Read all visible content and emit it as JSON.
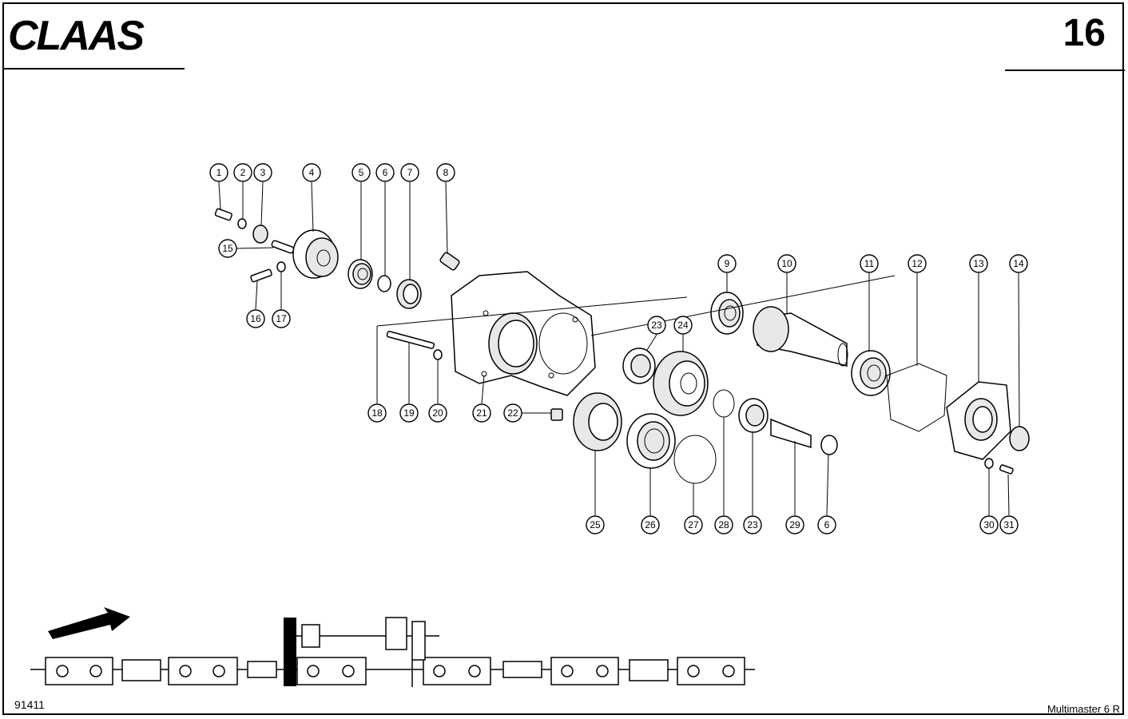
{
  "header": {
    "brand": "CLAAS",
    "page_number": "16"
  },
  "footer": {
    "drawing_id": "91411",
    "model": "Multimaster 6 R"
  },
  "callouts": [
    "1",
    "2",
    "3",
    "4",
    "5",
    "6",
    "7",
    "8",
    "15",
    "16",
    "17",
    "18",
    "19",
    "20",
    "21",
    "22",
    "9",
    "10",
    "11",
    "12",
    "13",
    "14",
    "23",
    "24",
    "25",
    "26",
    "27",
    "28",
    "23",
    "29",
    "6",
    "30",
    "31"
  ]
}
